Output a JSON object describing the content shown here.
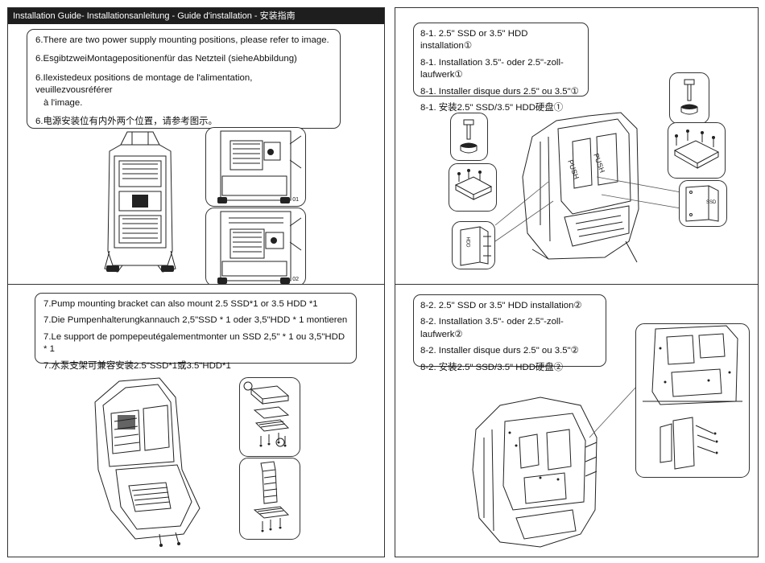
{
  "header": {
    "title": "Installation Guide- Installationsanleitung - Guide d'installation - 安装指南"
  },
  "step6": {
    "en": "6.There are two power supply mounting positions, please refer to image.",
    "de": "6.EsgibtzweiMontagepositionenfür das Netzteil (sieheAbbildung)",
    "fr_line1": "6.Ilexistedeux positions de montage de l'alimentation, veuillezvousréférer",
    "fr_line2": "à l'image.",
    "zh": "6.电源安装位有内外两个位置，请参考图示。",
    "label_01": "01",
    "label_02": "02"
  },
  "step7": {
    "en": "7.Pump mounting bracket can also mount 2.5 SSD*1 or 3.5 HDD *1",
    "de": "7.Die Pumpenhalterungkannauch 2,5\"SSD * 1 oder 3,5\"HDD * 1 montieren",
    "fr": "7.Le support de pompepeutégalementmonter un SSD 2,5\" * 1 ou 3,5\"HDD * 1",
    "zh": "7.水泵支架可兼容安装2.5\"SSD*1或3.5\"HDD*1"
  },
  "step8_1": {
    "en": "8-1. 2.5\" SSD or 3.5\" HDD installation①",
    "de": "8-1. Installation 3.5\"- oder 2.5\"-zoll-laufwerk①",
    "fr": "8-1. Installer disque durs 2.5\" ou 3.5\"①",
    "zh": "8-1. 安装2.5\" SSD/3.5\" HDD硬盘①",
    "push_label": "PUSH",
    "hdd_label": "HDD",
    "ssd_label": "SSD"
  },
  "step8_2": {
    "en": "8-2. 2.5\" SSD or 3.5\" HDD installation②",
    "de": "8-2. Installation 3.5\"- oder 2.5\"-zoll-laufwerk②",
    "fr": "8-2. Installer disque durs 2.5\" ou 3.5\"②",
    "zh": "8-2. 安装2.5\" SSD/3.5\" HDD硬盘②"
  }
}
